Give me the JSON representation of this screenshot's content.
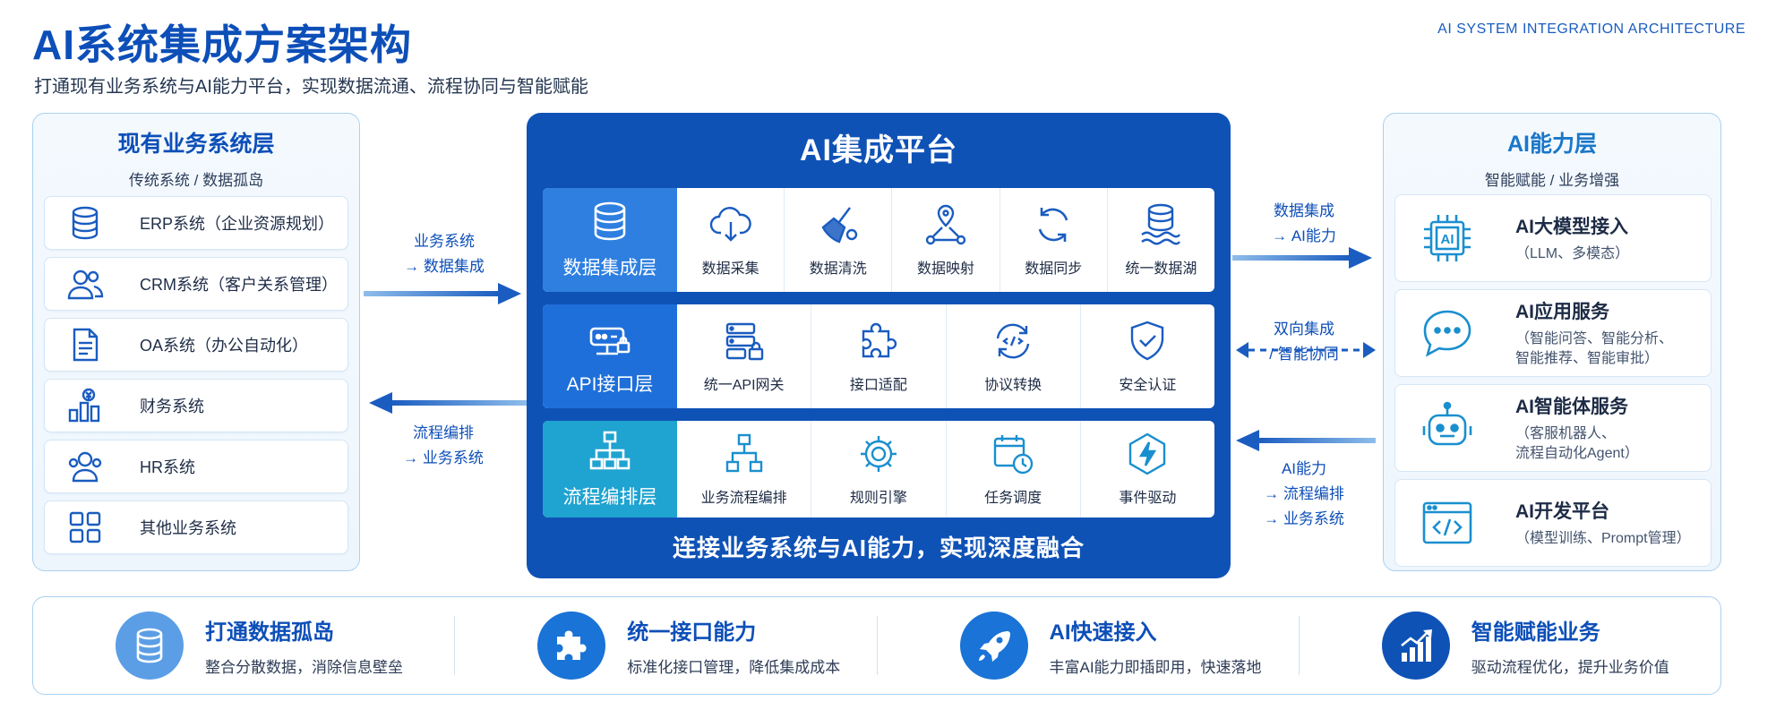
{
  "header": {
    "title": "AI系统集成方案架构",
    "subtitle": "打通现有业务系统与AI能力平台，实现数据流通、流程协同与智能赋能",
    "english_title": "AI SYSTEM INTEGRATION ARCHITECTURE"
  },
  "left_panel": {
    "title": "现有业务系统层",
    "subtitle": "传统系统 / 数据孤岛",
    "items": [
      {
        "label": "ERP系统（企业资源规划）",
        "icon": "database-icon"
      },
      {
        "label": "CRM系统（客户关系管理）",
        "icon": "users-icon"
      },
      {
        "label": "OA系统（办公自动化）",
        "icon": "document-icon"
      },
      {
        "label": "财务系统",
        "icon": "finance-chart-icon"
      },
      {
        "label": "HR系统",
        "icon": "people-icon"
      },
      {
        "label": "其他业务系统",
        "icon": "grid-icon"
      }
    ]
  },
  "platform": {
    "title": "AI集成平台",
    "footer": "连接业务系统与AI能力，实现深度融合",
    "layers": [
      {
        "name": "数据集成层",
        "color": "#2e7fe0",
        "icon": "database-icon",
        "items": [
          {
            "label": "数据采集",
            "icon": "cloud-download-icon"
          },
          {
            "label": "数据清洗",
            "icon": "broom-icon"
          },
          {
            "label": "数据映射",
            "icon": "map-pin-network-icon"
          },
          {
            "label": "数据同步",
            "icon": "sync-icon"
          },
          {
            "label": "统一数据湖",
            "icon": "data-lake-icon"
          }
        ]
      },
      {
        "name": "API接口层",
        "color": "#1e6fd9",
        "icon": "api-gateway-icon",
        "items": [
          {
            "label": "统一API网关",
            "icon": "server-lock-icon"
          },
          {
            "label": "接口适配",
            "icon": "puzzle-icon"
          },
          {
            "label": "协议转换",
            "icon": "convert-icon"
          },
          {
            "label": "安全认证",
            "icon": "shield-check-icon"
          }
        ]
      },
      {
        "name": "流程编排层",
        "color": "#1fa3d0",
        "icon": "flow-tree-icon",
        "items": [
          {
            "label": "业务流程编排",
            "icon": "flow-tree-icon"
          },
          {
            "label": "规则引擎",
            "icon": "gear-icon"
          },
          {
            "label": "任务调度",
            "icon": "calendar-clock-icon"
          },
          {
            "label": "事件驱动",
            "icon": "lightning-icon"
          }
        ]
      }
    ]
  },
  "flows": {
    "biz_to_data": "业务系统\n→ 数据集成",
    "orch_to_biz": "流程编排\n→ 业务系统",
    "data_to_ai": "数据集成\n→ AI能力",
    "bidirectional": "双向集成\n/ 智能协同",
    "ai_to_biz": "AI能力\n→ 流程编排\n→ 业务系统"
  },
  "right_panel": {
    "title": "AI能力层",
    "subtitle": "智能赋能 / 业务增强",
    "items": [
      {
        "name": "AI大模型接入",
        "desc": "（LLM、多模态）",
        "icon": "ai-chip-icon"
      },
      {
        "name": "AI应用服务",
        "desc": "（智能问答、智能分析、\n智能推荐、智能审批）",
        "icon": "chat-bubble-icon"
      },
      {
        "name": "AI智能体服务",
        "desc": "（客服机器人、\n流程自动化Agent）",
        "icon": "robot-icon"
      },
      {
        "name": "AI开发平台",
        "desc": "（模型训练、Prompt管理）",
        "icon": "code-window-icon"
      }
    ]
  },
  "benefits": [
    {
      "title": "打通数据孤岛",
      "desc": "整合分散数据，消除信息壁垒",
      "icon": "database-icon",
      "color": "#5b9ee6"
    },
    {
      "title": "统一接口能力",
      "desc": "标准化接口管理，降低集成成本",
      "icon": "puzzle-icon",
      "color": "#1a73d6"
    },
    {
      "title": "AI快速接入",
      "desc": "丰富AI能力即插即用，快速落地",
      "icon": "rocket-icon",
      "color": "#1a73d6"
    },
    {
      "title": "智能赋能业务",
      "desc": "驱动流程优化，提升业务价值",
      "icon": "growth-chart-icon",
      "color": "#0f52b6"
    }
  ]
}
